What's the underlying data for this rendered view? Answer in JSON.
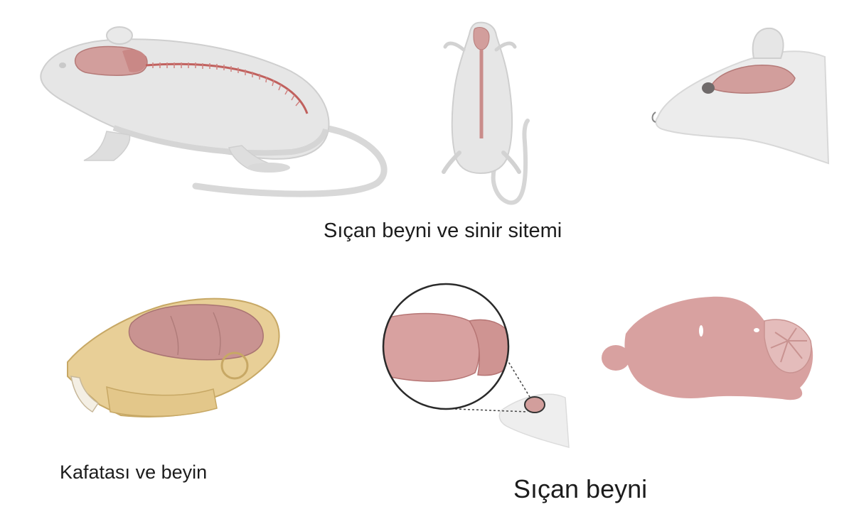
{
  "captions": {
    "nervous_system": "Sıçan beyni ve sinir sitemi",
    "skull_and_brain": "Kafatası ve beyin",
    "rat_brain": "Sıçan beyni"
  },
  "colors": {
    "body": "#e6e6e6",
    "body_outline": "#c9c9c9",
    "brain": "#d8a1a0",
    "brain_dark": "#c98584",
    "brain_outline": "#b67574",
    "nerve": "#c0605d",
    "skull": "#e8cf97",
    "skull_outline": "#c7a865"
  }
}
